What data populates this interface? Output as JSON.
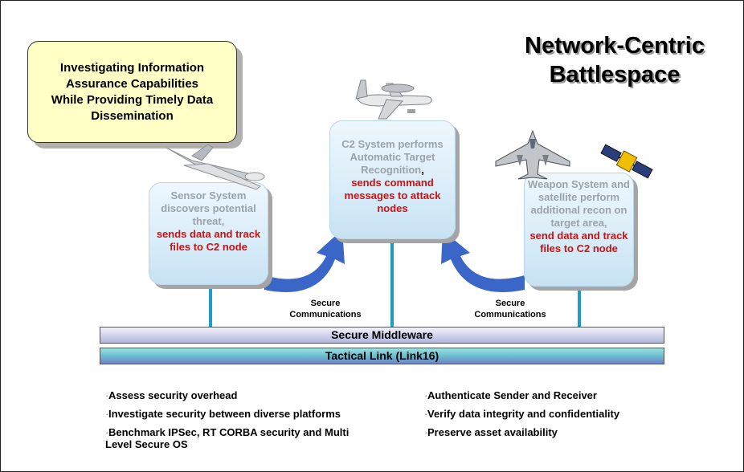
{
  "callout": {
    "lines": [
      "Investigating Information",
      "Assurance Capabilities",
      "While Providing Timely Data",
      "Dissemination"
    ]
  },
  "title": {
    "lines": [
      "Network-Centric",
      "Battlespace"
    ]
  },
  "nodes": {
    "sensor": {
      "gray_text": "Sensor System discovers potential threat,",
      "red_text": "sends data and track files to C2 node"
    },
    "c2": {
      "gray_text": "C2 System performs Automatic Target Recognition",
      "black_text": ",",
      "red_text": "sends command messages to attack nodes"
    },
    "weapon": {
      "gray_text": "Weapon System and satellite perform additional recon on target area,",
      "red_text": "send data and track files to C2 node"
    }
  },
  "communications": {
    "left": [
      "Secure",
      "Communications"
    ],
    "right": [
      "Secure",
      "Communications"
    ]
  },
  "bars": {
    "middleware": "Secure Middleware",
    "tactical": "Tactical Link (Link16)"
  },
  "bullets": {
    "left": [
      "Assess security overhead",
      "Investigate security between diverse platforms",
      "Benchmark IPSec, RT CORBA security and Multi Level Secure OS"
    ],
    "right": [
      "Authenticate Sender and Receiver",
      "Verify data integrity and confidentiality",
      "Preserve asset availability"
    ]
  },
  "colors": {
    "red_text": "#cc1111",
    "gray_text": "#9aa3aa",
    "connector": "#1f9cc0",
    "arrow": "#3a66c8",
    "callout_fill": "#ffffc6",
    "node_fill": "#d8ecf9"
  },
  "icons": [
    "uav-drone-icon",
    "awacs-plane-icon",
    "fighter-jet-icon",
    "satellite-icon"
  ]
}
